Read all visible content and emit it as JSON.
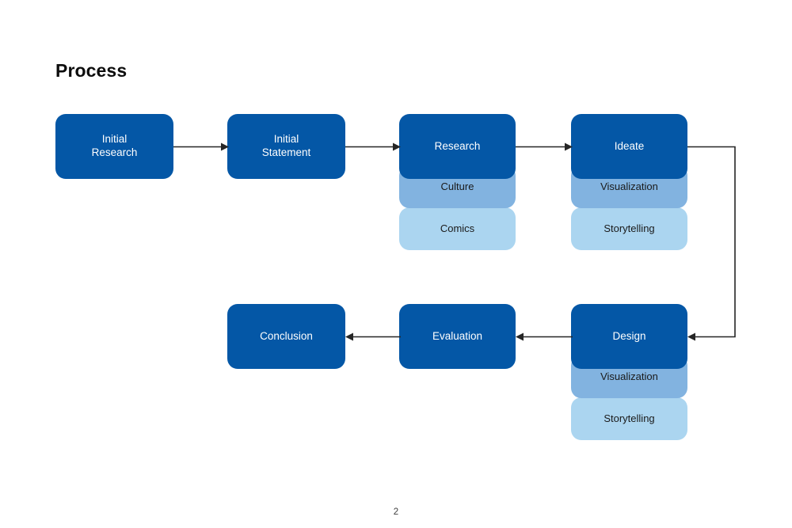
{
  "slide": {
    "title": "Process",
    "page_number": "2",
    "background_color": "#ffffff"
  },
  "palette": {
    "primary_blue": "#0457a6",
    "secondary_blue": "#82b3e0",
    "tertiary_blue": "#abd5f0",
    "connector_color": "#262626",
    "primary_text": "#ffffff",
    "sub_text": "#1a1a1a",
    "title_text": "#0d0d0d"
  },
  "flow": {
    "stages": [
      {
        "id": "initial-research",
        "label": "Initial\nResearch",
        "tier": "primary",
        "sub_items": []
      },
      {
        "id": "initial-statement",
        "label": "Initial\nStatement",
        "tier": "primary",
        "sub_items": []
      },
      {
        "id": "research",
        "label": "Research",
        "tier": "primary",
        "sub_items": [
          {
            "id": "research-culture",
            "label": "Culture",
            "tier": "secondary"
          },
          {
            "id": "research-comics",
            "label": "Comics",
            "tier": "tertiary"
          }
        ]
      },
      {
        "id": "ideate",
        "label": "Ideate",
        "tier": "primary",
        "sub_items": [
          {
            "id": "ideate-visualization",
            "label": "Visualization",
            "tier": "secondary"
          },
          {
            "id": "ideate-storytelling",
            "label": "Storytelling",
            "tier": "tertiary"
          }
        ]
      },
      {
        "id": "design",
        "label": "Design",
        "tier": "primary",
        "sub_items": [
          {
            "id": "design-visualization",
            "label": "Visualization",
            "tier": "secondary"
          },
          {
            "id": "design-storytelling",
            "label": "Storytelling",
            "tier": "tertiary"
          }
        ]
      },
      {
        "id": "evaluation",
        "label": "Evaluation",
        "tier": "primary",
        "sub_items": []
      },
      {
        "id": "conclusion",
        "label": "Conclusion",
        "tier": "primary",
        "sub_items": []
      }
    ],
    "connections": [
      {
        "id": "arrow-initial-research-to-initial-statement",
        "from": "initial-research",
        "to": "initial-statement",
        "direction": "right"
      },
      {
        "id": "arrow-initial-statement-to-research",
        "from": "initial-statement",
        "to": "research",
        "direction": "right"
      },
      {
        "id": "arrow-research-to-ideate",
        "from": "research",
        "to": "ideate",
        "direction": "right"
      },
      {
        "id": "arrow-ideate-to-design",
        "from": "ideate",
        "to": "design",
        "direction": "elbow-right-down-left"
      },
      {
        "id": "arrow-design-to-evaluation",
        "from": "design",
        "to": "evaluation",
        "direction": "left"
      },
      {
        "id": "arrow-evaluation-to-conclusion",
        "from": "evaluation",
        "to": "conclusion",
        "direction": "left"
      }
    ]
  }
}
